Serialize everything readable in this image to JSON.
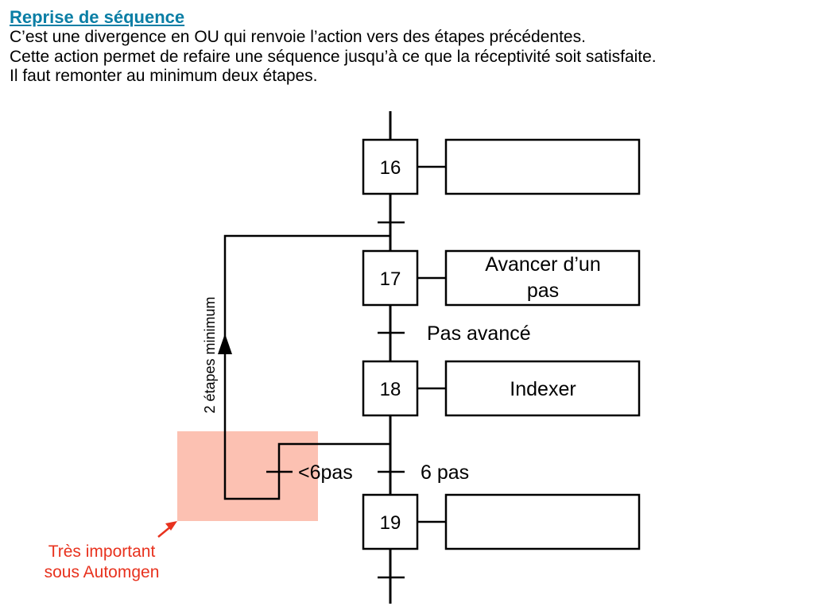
{
  "header": {
    "title": "Reprise de séquence",
    "lines": [
      "C’est une divergence en OU qui renvoie l’action vers des étapes précédentes.",
      "Cette action permet de refaire une séquence jusqu’à ce que la réceptivité soit satisfaite.",
      "Il faut remonter au minimum deux étapes."
    ]
  },
  "grafcet": {
    "steps": [
      {
        "number": "16",
        "action": []
      },
      {
        "number": "17",
        "action": [
          "Avancer d’un",
          "pas"
        ]
      },
      {
        "number": "18",
        "action": [
          "Indexer"
        ]
      },
      {
        "number": "19",
        "action": []
      }
    ],
    "transitions": {
      "t17_18": "Pas avancé",
      "t18_19": "6 pas",
      "loop": "<6pas"
    },
    "loop_label": "2 étapes minimum"
  },
  "highlight": {
    "color": "#fcc1b2",
    "note_lines": [
      "Très important",
      "sous Automgen"
    ],
    "note_color": "#e8321e"
  },
  "colors": {
    "title": "#0a7ea5",
    "lines": "#000000"
  }
}
